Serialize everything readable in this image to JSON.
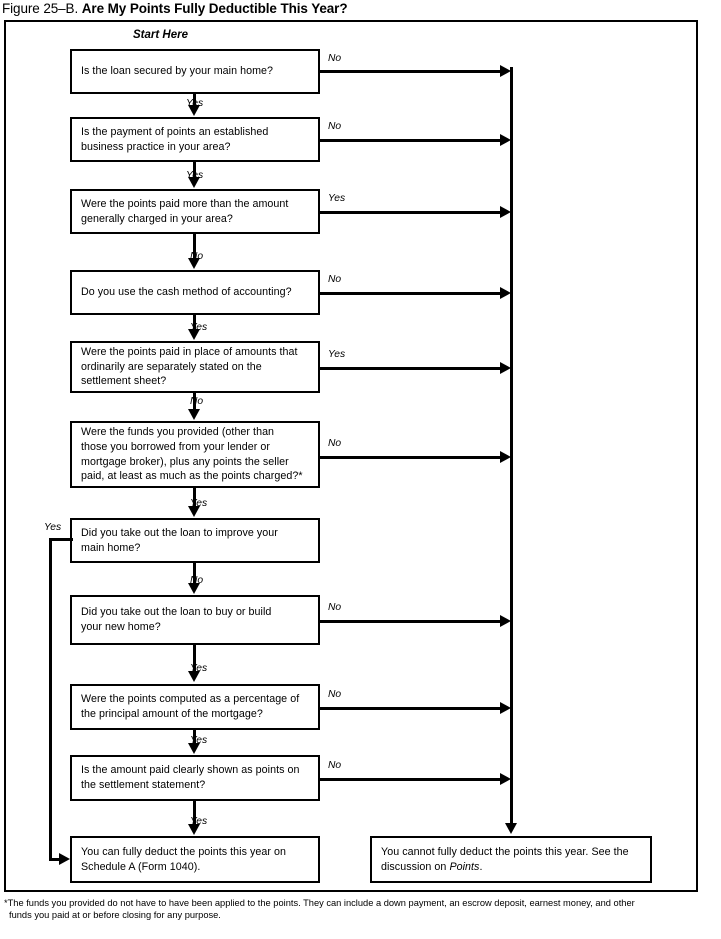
{
  "figure": {
    "number": "Figure 25–B.",
    "title": "Are My Points Fully Deductible This Year?"
  },
  "start_label": "Start Here",
  "nodes": [
    {
      "id": "q1",
      "kind": "decision",
      "lines": [
        "Is the loan secured by your main home?"
      ],
      "branch_label": "No"
    },
    {
      "id": "q2",
      "kind": "decision",
      "lines": [
        "Is the payment of points an established",
        "business practice in your area?"
      ],
      "branch_label": "No"
    },
    {
      "id": "q3",
      "kind": "decision",
      "lines": [
        "Were the points paid more than the amount",
        "generally charged in your area?"
      ],
      "branch_label": "Yes"
    },
    {
      "id": "q4",
      "kind": "decision",
      "lines": [
        "Do you use the cash method of accounting?"
      ],
      "branch_label": "No"
    },
    {
      "id": "q5",
      "kind": "decision",
      "lines": [
        "Were the points paid in place of amounts that",
        "ordinarily are separately stated on the",
        "settlement sheet?"
      ],
      "branch_label": "Yes"
    },
    {
      "id": "q6",
      "kind": "decision",
      "lines": [
        "Were the funds you provided (other than",
        "those you borrowed from your lender or",
        "mortgage broker), plus any points the seller",
        "paid, at least as much as the points charged?*"
      ],
      "branch_label": "No"
    },
    {
      "id": "q7",
      "kind": "decision",
      "lines": [
        "Did you take out the loan to improve your",
        "main home?"
      ],
      "branch_label": "Yes"
    },
    {
      "id": "q8",
      "kind": "decision",
      "lines": [
        "Did you take out the loan to buy or build",
        "your new home?"
      ],
      "branch_label": "No"
    },
    {
      "id": "q9",
      "kind": "decision",
      "lines": [
        "Were the points computed as a percentage of",
        "the principal amount of the mortgage?"
      ],
      "branch_label": "No"
    },
    {
      "id": "q10",
      "kind": "decision",
      "lines": [
        "Is the amount paid clearly shown as points on",
        "the settlement statement?"
      ],
      "branch_label": "No"
    },
    {
      "id": "outcome-yes",
      "kind": "terminal",
      "lines": [
        "You can fully deduct the points this year on",
        "Schedule A (Form 1040)."
      ],
      "branch_label": ""
    },
    {
      "id": "outcome-no",
      "kind": "terminal",
      "lines": [
        "You cannot fully deduct the points this year. See the",
        "discussion on Points."
      ],
      "italic_word": "Points",
      "branch_label": ""
    }
  ],
  "flow_labels": {
    "down_1": "Yes",
    "down_2": "Yes",
    "down_3": "No",
    "down_4": "Yes",
    "down_5": "No",
    "down_6": "Yes",
    "down_7": "No",
    "down_8": "Yes",
    "down_9": "Yes",
    "down_10": "Yes",
    "side_1": "No",
    "side_2": "No",
    "side_3": "Yes",
    "side_4": "No",
    "side_5": "Yes",
    "side_6": "No",
    "side_7": "Yes",
    "side_8": "No",
    "side_9": "No",
    "side_10": "No"
  },
  "footnote": {
    "line1": "*The funds you provided do not have to have been applied to the points. They can include a down payment, an escrow deposit, earnest money, and other",
    "line2": "funds you paid at or before closing for any purpose."
  },
  "colors": {
    "ink": "#000000",
    "paper": "#ffffff"
  }
}
